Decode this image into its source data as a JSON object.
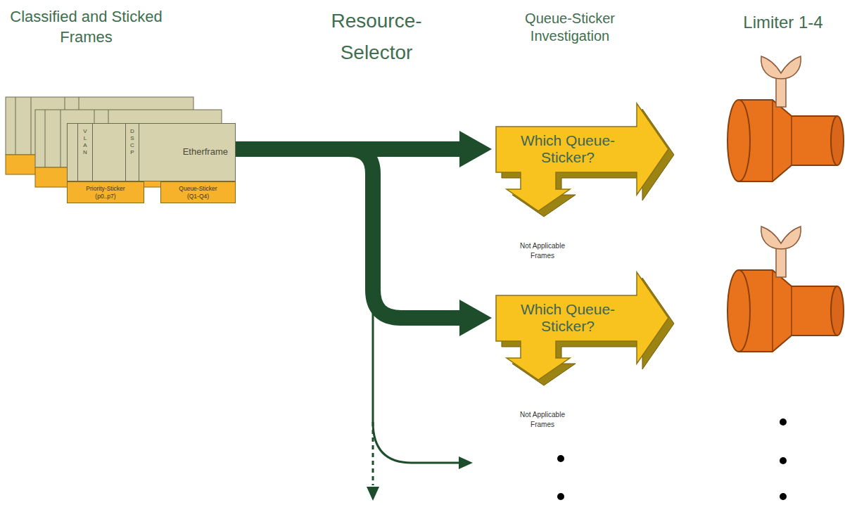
{
  "diagram": {
    "nodes": [
      {
        "text": [
          "Etherframe"
        ]
      },
      {
        "text": [
          "VLAN"
        ],
        "in": 0
      },
      {
        "text": [
          "DSCP"
        ],
        "in": 0
      },
      {
        "text": [
          "Priority-Sticker (p0..p7)"
        ]
      },
      {
        "text": [
          "Queue-Sticker (Q1-Q4)"
        ]
      },
      {
        "text": [
          "Which Queue-Sticker?"
        ]
      },
      {
        "text": [
          "Which Queue-Sticker?"
        ]
      }
    ],
    "edges": [
      {
        "from": 0,
        "to": 5,
        "arrow": "to"
      },
      {
        "from": 0,
        "to": 6,
        "arrow": "to"
      }
    ],
    "labels": [
      "Classified and Sticked Frames",
      "Resource-Selector",
      "Queue-Sticker Investigation",
      "Limiter 1-4",
      "Not Applicable Frames",
      "Not Applicable Frames"
    ]
  }
}
